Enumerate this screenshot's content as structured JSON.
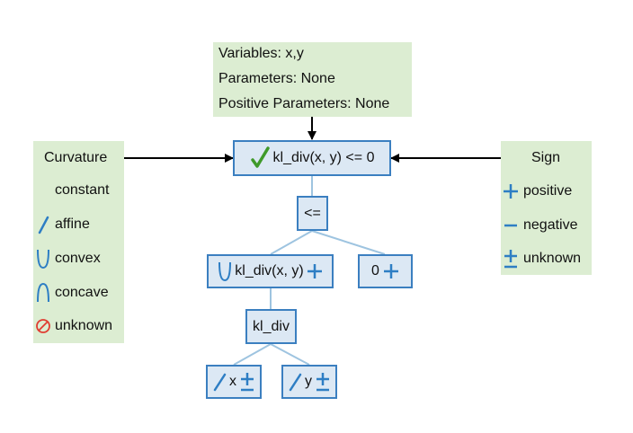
{
  "info": {
    "variables": "Variables: x,y",
    "parameters": "Parameters: None",
    "positive_parameters": "Positive Parameters: None"
  },
  "curvature_legend": {
    "title": "Curvature",
    "items": [
      {
        "label": "constant",
        "icon": "none"
      },
      {
        "label": "affine",
        "icon": "affine-icon"
      },
      {
        "label": "convex",
        "icon": "convex-icon"
      },
      {
        "label": "concave",
        "icon": "concave-icon"
      },
      {
        "label": "unknown",
        "icon": "unknown-curvature-icon"
      }
    ]
  },
  "sign_legend": {
    "title": "Sign",
    "items": [
      {
        "label": "positive",
        "icon": "plus-icon"
      },
      {
        "label": "negative",
        "icon": "minus-icon"
      },
      {
        "label": "unknown",
        "icon": "plus-minus-icon"
      }
    ]
  },
  "tree": {
    "root": {
      "label": "kl_div(x, y) <= 0",
      "status_icon": "checkmark-icon"
    },
    "op": {
      "label": "<="
    },
    "left": {
      "label": "kl_div(x, y)",
      "curvature": "convex",
      "sign": "positive"
    },
    "right": {
      "label": "0",
      "sign": "positive"
    },
    "func": {
      "label": "kl_div"
    },
    "leaf_x": {
      "label": "x",
      "curvature": "affine",
      "sign": "unknown"
    },
    "leaf_y": {
      "label": "y",
      "curvature": "affine",
      "sign": "unknown"
    }
  },
  "colors": {
    "panel_bg": "#dcedd2",
    "node_bg": "#dce8f4",
    "node_border": "#3b7fc0",
    "edge": "#9ec4e0",
    "icon_blue": "#2e7ec4",
    "check_green": "#3f9a2a",
    "unknown_red": "#e03c31"
  },
  "sign_glyphs": {
    "positive": "+",
    "negative": "−",
    "unknown": "±"
  }
}
